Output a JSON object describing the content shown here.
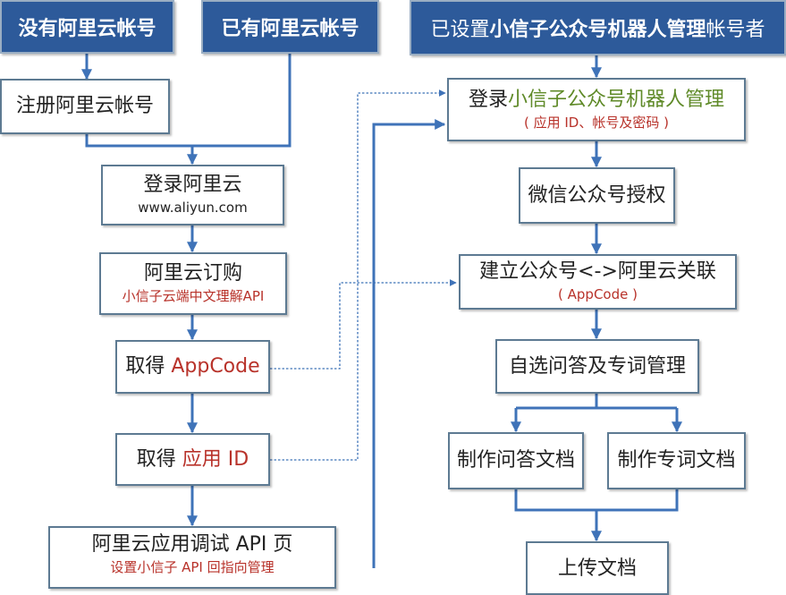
{
  "headers": {
    "no_account": "没有阿里云帐号",
    "has_account": "已有阿里云帐号",
    "configured_pre": "已设置",
    "configured_brand": "小信子公众号机器人管理",
    "configured_post": "帐号者"
  },
  "left_flow": {
    "register": "注册阿里云帐号",
    "login_title": "登录阿里云",
    "login_url": "www.aliyun.com",
    "subscribe_title": "阿里云订购",
    "subscribe_sub": "小信子云端中文理解API",
    "appcode_pre": "取得 ",
    "appcode_key": "AppCode",
    "appid_pre": "取得 ",
    "appid_key": "应用 ID",
    "debug_title": "阿里云应用调试 API 页",
    "debug_sub": "设置小信子 API 回指向管理"
  },
  "right_flow": {
    "login_pre": "登录",
    "login_brand": "小信子公众号机器人管理",
    "login_sub": "( 应用 ID、帐号及密码 )",
    "wechat_auth": "微信公众号授权",
    "link_title": "建立公众号<->阿里云关联",
    "link_sub": "( AppCode )",
    "manage": "自选问答及专词管理",
    "qa_doc": "制作问答文档",
    "term_doc": "制作专词文档",
    "upload": "上传文档"
  },
  "colors": {
    "header_fill": "#2d5a9a",
    "arrow": "#3f73b8",
    "accent_red": "#b8322a",
    "accent_green": "#5f8a28"
  }
}
